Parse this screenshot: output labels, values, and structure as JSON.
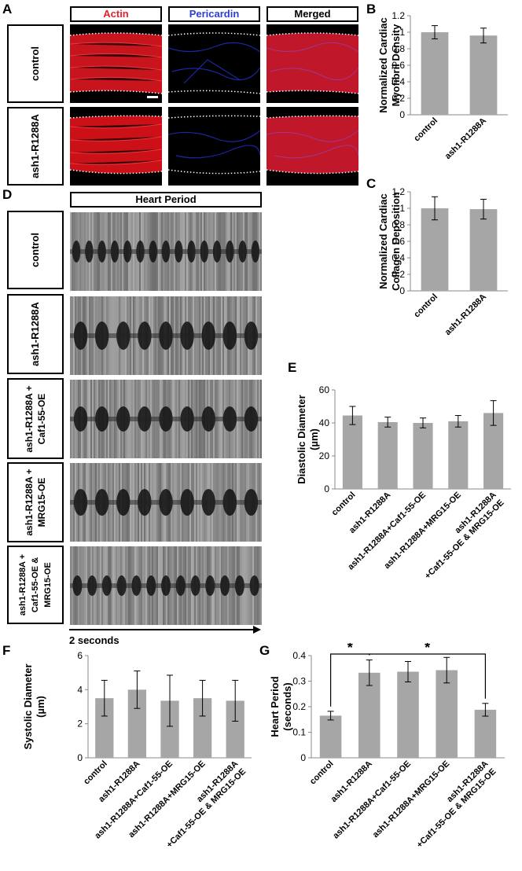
{
  "panels": {
    "A": "A",
    "B": "B",
    "C": "C",
    "D": "D",
    "E": "E",
    "F": "F",
    "G": "G"
  },
  "panelA": {
    "channels": [
      "Actin",
      "Pericardin",
      "Merged"
    ],
    "channel_colors": [
      "#e8202a",
      "#2b3fd6",
      "#000000"
    ],
    "rows": [
      "control",
      "ash1-R1288A"
    ]
  },
  "panelD": {
    "header": "Heart Period",
    "rows": [
      "control",
      "ash1-R1288A",
      "ash1-R1288A + Caf1-55-OE",
      "ash1-R1288A + MRG15-OE",
      "ash1-R1288A + Caf1-55-OE & MRG15-OE"
    ],
    "time_label": "2 seconds"
  },
  "chart_data": [
    {
      "id": "B",
      "type": "bar",
      "categories": [
        "control",
        "ash1-R1288A"
      ],
      "values": [
        1.0,
        0.96
      ],
      "errors": [
        0.08,
        0.09
      ],
      "ylabel": "Normalized Cardiac Myofibril Density",
      "ylim": [
        0,
        1.2
      ],
      "yticks": [
        "0",
        "0.2",
        "0.4",
        "0.6",
        "0.8",
        "1",
        "1.2"
      ],
      "bar_color": "#a6a6a6"
    },
    {
      "id": "C",
      "type": "bar",
      "categories": [
        "control",
        "ash1-R1288A"
      ],
      "values": [
        1.0,
        0.99
      ],
      "errors": [
        0.14,
        0.12
      ],
      "ylabel": "Normalized Cardiac Collagen Deposition",
      "ylim": [
        0,
        1.2
      ],
      "yticks": [
        "0",
        "0.2",
        "0.4",
        "0.6",
        "0.8",
        "1",
        "1.2"
      ],
      "bar_color": "#a6a6a6"
    },
    {
      "id": "E",
      "type": "bar",
      "categories": [
        "control",
        "ash1-R1288A",
        "ash1-R1288A+Caf1-55-OE",
        "ash1-R1288A+MRG15-OE",
        "ash1-R1288A +Caf1-55-OE & MRG15-OE"
      ],
      "values": [
        44.5,
        40.5,
        40.0,
        41.0,
        46.0
      ],
      "errors": [
        5.5,
        3.0,
        3.0,
        3.5,
        7.5
      ],
      "ylabel": "Diastolic Diameter (µm)",
      "ylim": [
        0,
        60
      ],
      "yticks": [
        "0",
        "20",
        "40",
        "60"
      ],
      "bar_color": "#a6a6a6"
    },
    {
      "id": "F",
      "type": "bar",
      "categories": [
        "control",
        "ash1-R1288A",
        "ash1-R1288A+Caf1-55-OE",
        "ash1-R1288A+MRG15-OE",
        "ash1-R1288A +Caf1-55-OE & MRG15-OE"
      ],
      "values": [
        3.5,
        4.0,
        3.35,
        3.5,
        3.35
      ],
      "errors": [
        1.05,
        1.1,
        1.5,
        1.05,
        1.2
      ],
      "ylabel": "Systolic Diameter (µm)",
      "ylim": [
        0,
        6
      ],
      "yticks": [
        "0",
        "2",
        "4",
        "6"
      ],
      "bar_color": "#a6a6a6"
    },
    {
      "id": "G",
      "type": "bar",
      "categories": [
        "control",
        "ash1-R1288A",
        "ash1-R1288A+Caf1-55-OE",
        "ash1-R1288A+MRG15-OE",
        "ash1-R1288A +Caf1-55-OE & MRG15-OE"
      ],
      "values": [
        0.165,
        0.333,
        0.337,
        0.343,
        0.188
      ],
      "errors": [
        0.017,
        0.05,
        0.04,
        0.05,
        0.025
      ],
      "ylabel": "Heart Period (seconds)",
      "ylim": [
        0,
        0.4
      ],
      "yticks": [
        "0",
        "0.1",
        "0.2",
        "0.3",
        "0.4"
      ],
      "bar_color": "#a6a6a6",
      "significance": [
        {
          "from": 0,
          "to": 1,
          "label": "*"
        },
        {
          "from": 1,
          "to": 4,
          "label": "*"
        }
      ]
    }
  ]
}
